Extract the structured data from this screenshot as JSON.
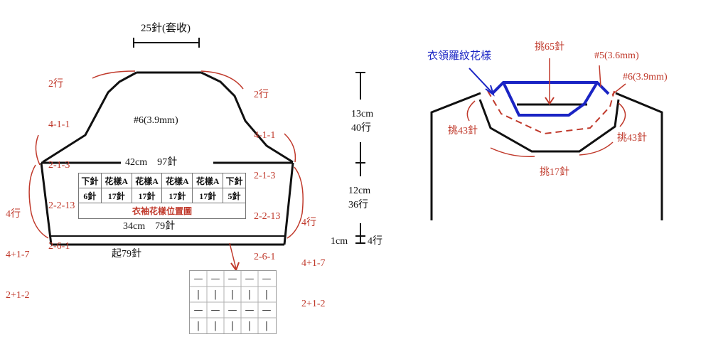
{
  "sleeve": {
    "top_label": "25針(套收)",
    "left_decrease": [
      "2行",
      "4-1-1",
      "2-1-3",
      "2-2-13",
      "2-6-1"
    ],
    "right_decrease": [
      "2行",
      "4-1-1",
      "2-1-3",
      "2-2-13",
      "2-6-1"
    ],
    "needle_label": "#6(3.9mm)",
    "width_top": "42cm　97針",
    "width_bottom": "34cm　79針",
    "cast_on": "起79針",
    "left_increase": [
      "4行",
      "4+1-7",
      "2+1-2"
    ],
    "right_increase": [
      "4行",
      "4+1-7",
      "2+1-2"
    ],
    "placement_table": {
      "headers": [
        "下針",
        "花樣A",
        "花樣A",
        "花樣A",
        "花樣A",
        "下針"
      ],
      "counts": [
        "6針",
        "17針",
        "17針",
        "17針",
        "17針",
        "5針"
      ],
      "caption": "衣袖花樣位置圖"
    },
    "heights": {
      "cap_cm": "13cm",
      "cap_rows": "40行",
      "body_cm": "12cm",
      "body_rows": "36行",
      "hem_cm": "1cm",
      "hem_rows": "4行"
    }
  },
  "stitch_chart": {
    "rows": [
      [
        "—",
        "—",
        "—",
        "—",
        "—"
      ],
      [
        "|",
        "|",
        "|",
        "|",
        "|"
      ],
      [
        "—",
        "—",
        "—",
        "—",
        "—"
      ],
      [
        "|",
        "|",
        "|",
        "|",
        "|"
      ]
    ]
  },
  "collar": {
    "rib_label": "衣領羅紋花樣",
    "pickup_top": "挑65針",
    "needle_5": "#5(3.6mm)",
    "needle_6": "#6(3.9mm)",
    "pickup_left": "挑43針",
    "pickup_right": "挑43針",
    "pickup_bottom": "挑17針"
  },
  "colors": {
    "outline": "#111111",
    "annotation": "#c0392b",
    "collar_rib": "#1a24c4"
  }
}
